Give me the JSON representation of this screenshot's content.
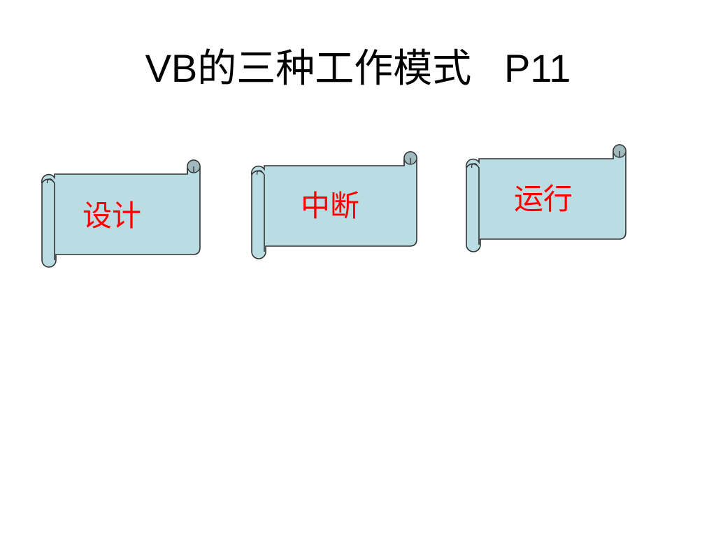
{
  "slide": {
    "title": "VB的三种工作模式   P11",
    "modes": [
      {
        "label": "设计"
      },
      {
        "label": "中断"
      },
      {
        "label": "运行"
      }
    ]
  },
  "colors": {
    "scroll_fill": "#b9dde2",
    "scroll_stroke": "#333333",
    "label_text": "#ff0000",
    "title_text": "#000000"
  }
}
